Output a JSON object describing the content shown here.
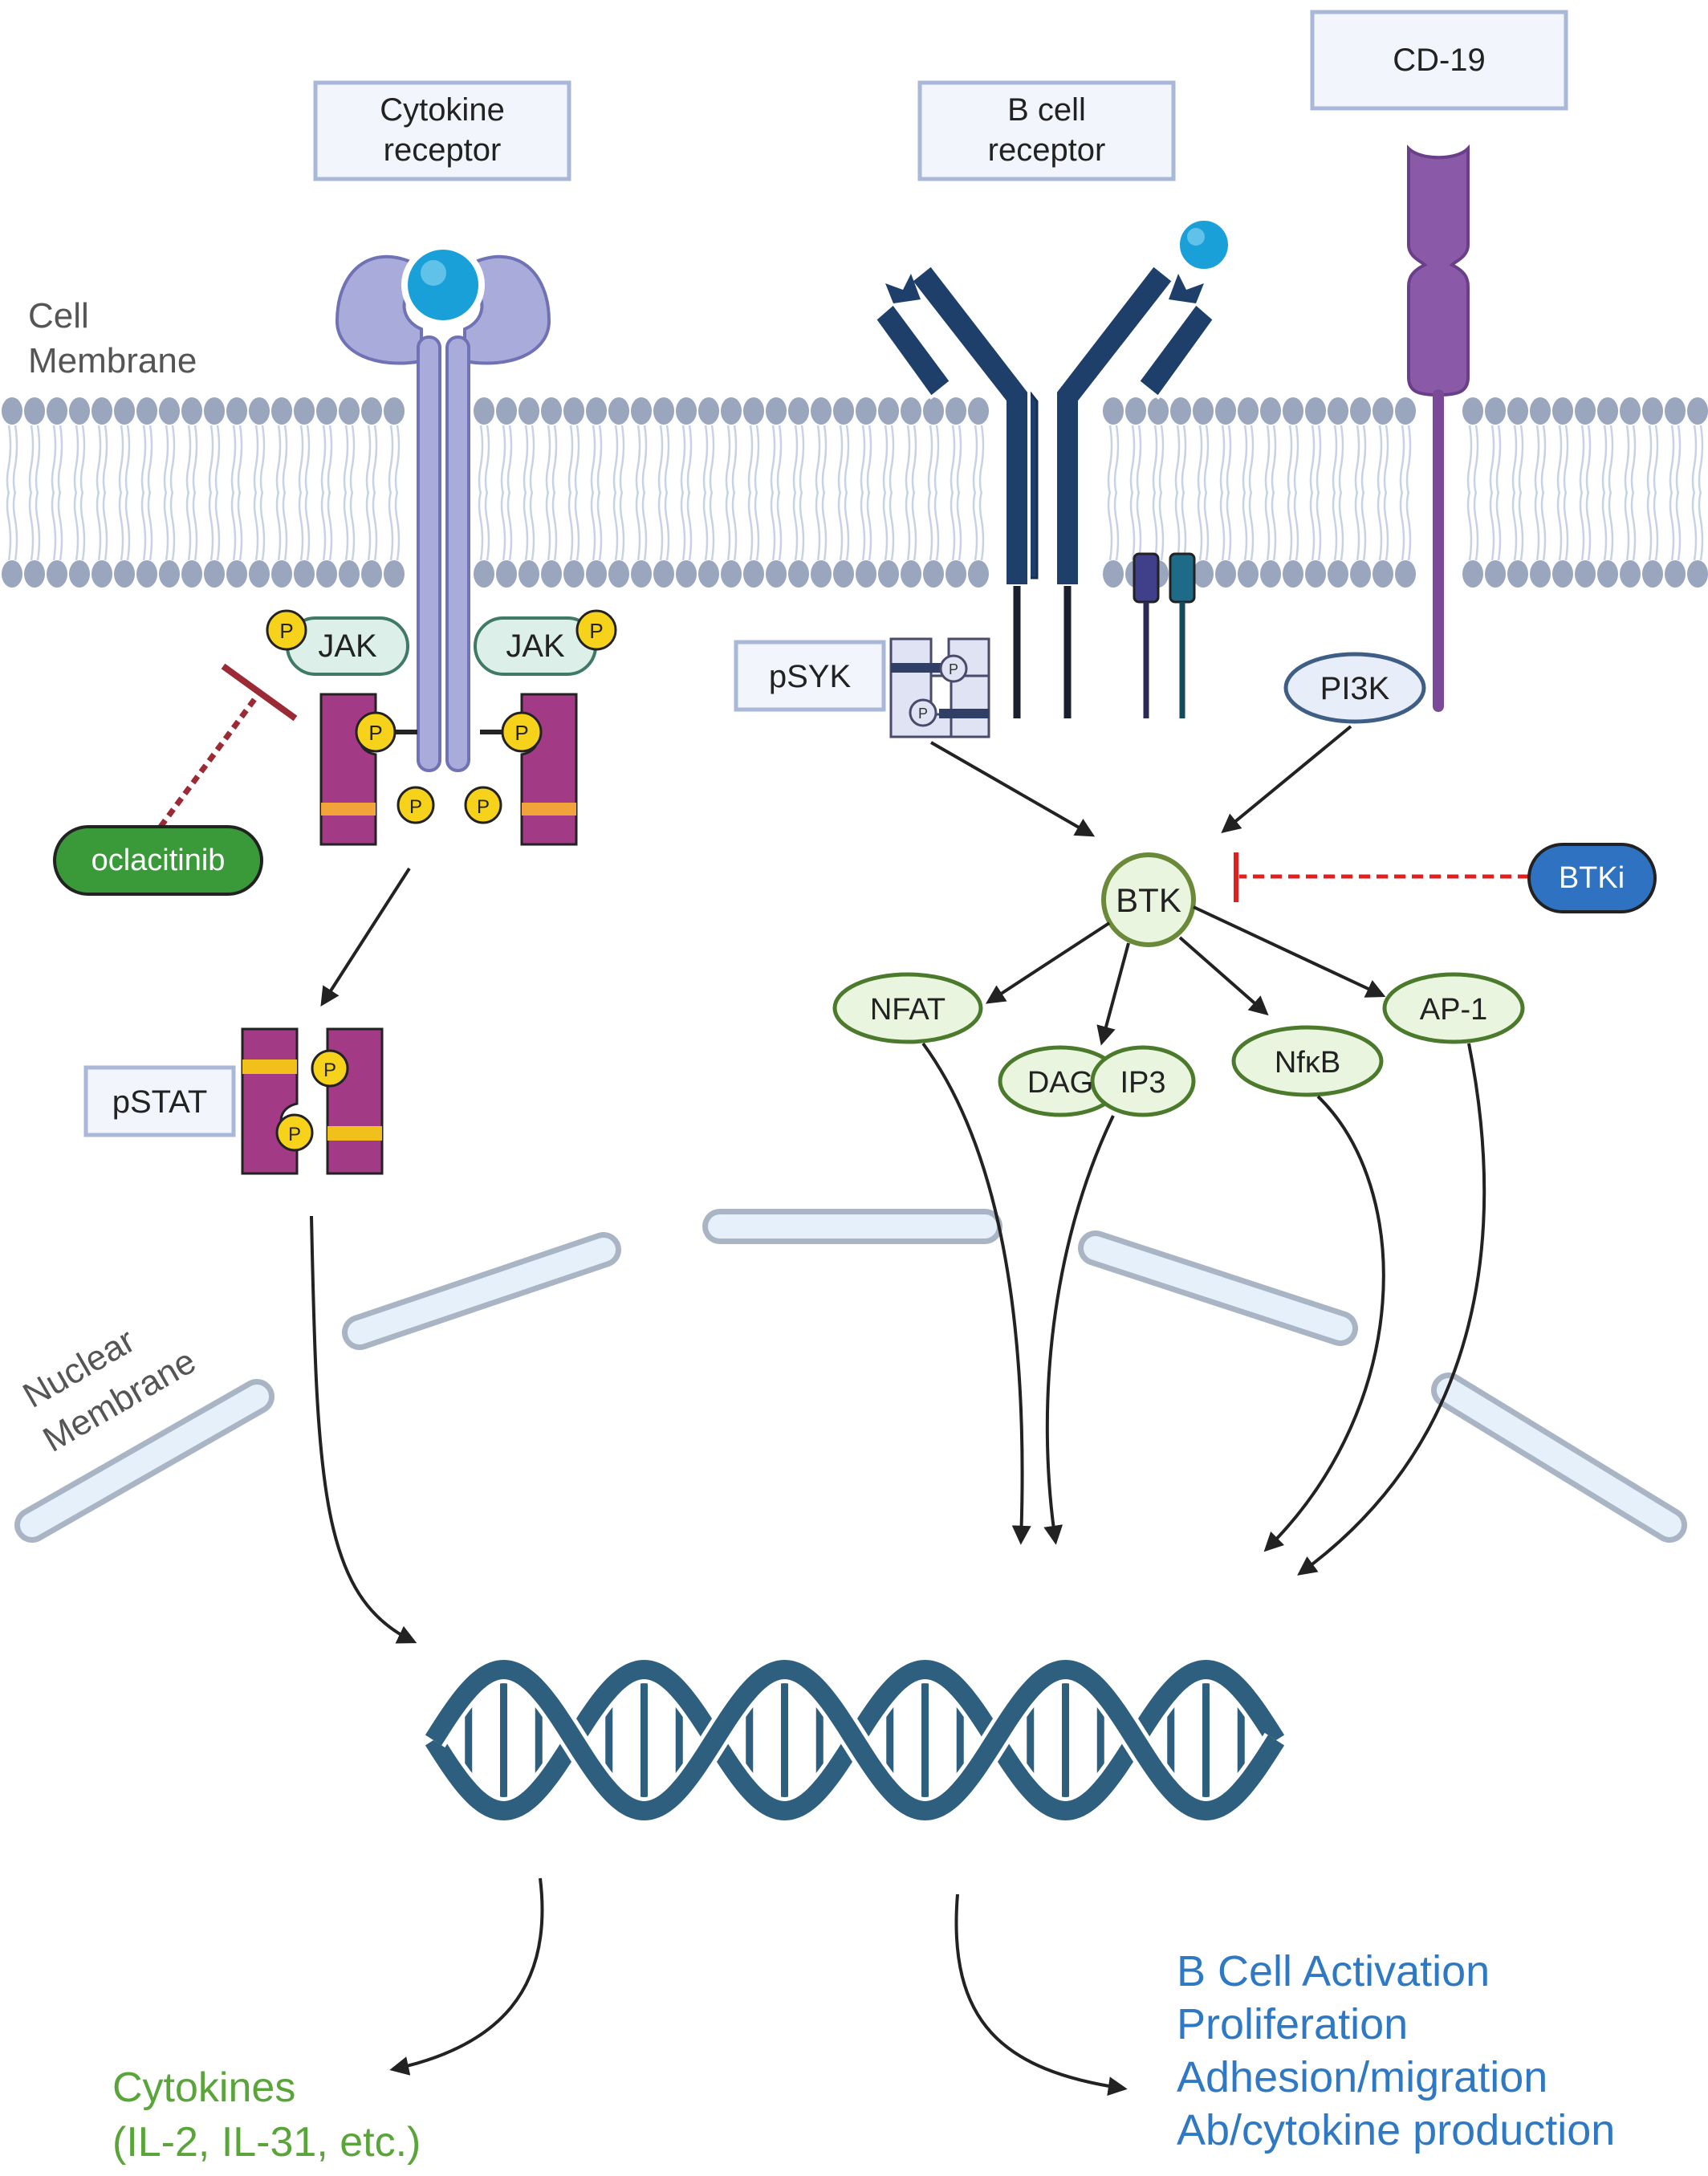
{
  "labels": {
    "cytokine_receptor_line1": "Cytokine",
    "cytokine_receptor_line2": "receptor",
    "bcr_line1": "B cell",
    "bcr_line2": "receptor",
    "cd19": "CD-19",
    "cell_membrane_line1": "Cell",
    "cell_membrane_line2": "Membrane",
    "nuclear_membrane_line1": "Nuclear",
    "nuclear_membrane_line2": "Membrane",
    "jak_left": "JAK",
    "jak_right": "JAK",
    "phospho": "P",
    "oclacitinib": "oclacitinib",
    "pstat": "pSTAT",
    "psyk": "pSYK",
    "pi3k": "PI3K",
    "btk": "BTK",
    "btki": "BTKi",
    "nfat": "NFAT",
    "dag": "DAG",
    "ip3": "IP3",
    "nfkb": "NfκB",
    "ap1": "AP-1",
    "cytokines_line1": "Cytokines",
    "cytokines_line2": "(IL-2, IL-31, etc.)",
    "outcome_line1": "B Cell Activation",
    "outcome_line2": "Proliferation",
    "outcome_line3": "Adhesion/migration",
    "outcome_line4": "Ab/cytokine production"
  },
  "colors": {
    "label_box_border": "#a9b7d9",
    "label_box_fill": "#f2f5fc",
    "membrane_head": "#9aa6be",
    "membrane_tail": "#c8d2e6",
    "cytokine_receptor": "#a9acdb",
    "cytokine_receptor_dark": "#6f72b4",
    "ligand": "#1aa0d8",
    "bcr": "#1f3f6b",
    "cd19": "#8a5aa8",
    "stat": "#a33a86",
    "stat_band": "#f2a43a",
    "phospho": "#f7d21b",
    "jak_fill": "#dcefe8",
    "jak_border": "#3f7a66",
    "green_node_fill": "#eaf5df",
    "green_node_border": "#4c7a2c",
    "oclacitinib": "#3a9a3a",
    "btki": "#2f72c2",
    "inhibit_dark": "#9b2a35",
    "inhibit_red": "#e01f1f",
    "nuclear_membrane_fill": "#e6f0fa",
    "nuclear_membrane_border": "#a9b5c4",
    "dna": "#2f5f7e",
    "cytokines_text": "#5aa53a",
    "outcome_text": "#2f78c4",
    "arrow": "#222222"
  }
}
